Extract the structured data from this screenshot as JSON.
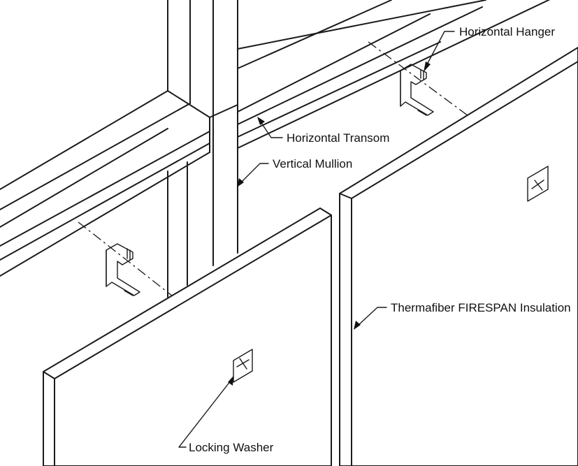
{
  "diagram": {
    "labels": {
      "horizontal_hanger": "Horizontal Hanger",
      "horizontal_transom": "Horizontal Transom",
      "vertical_mullion": "Vertical Mullion",
      "firespan_insulation": "Thermafiber FIRESPAN Insulation",
      "locking_washer": "Locking Washer"
    },
    "colors": {
      "line": "#1a1a1a",
      "background": "#ffffff"
    }
  }
}
